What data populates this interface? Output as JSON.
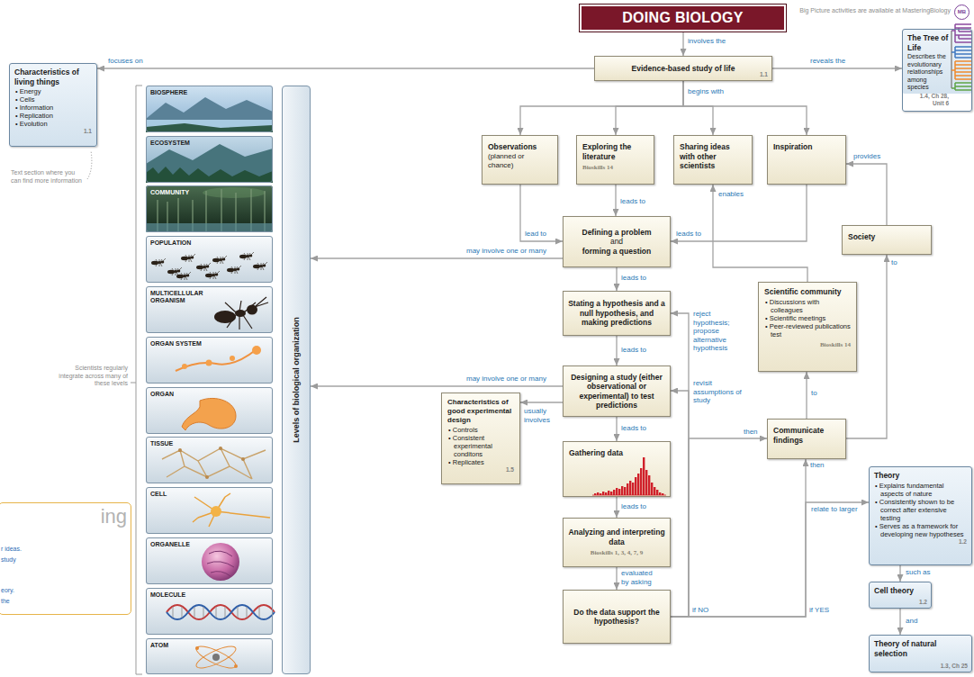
{
  "diagram": {
    "nodes": [
      {
        "text": [
          "DOING BIOLOGY"
        ]
      },
      {
        "text": [
          "Evidence-based study of life",
          "1.1"
        ]
      },
      {
        "text": [
          "Characteristics of living things",
          "• Energy",
          "• Cells",
          "• Information",
          "• Replication",
          "• Evolution",
          "1.1"
        ]
      },
      {
        "text": [
          "The Tree of Life",
          "Describes the evolutionary relationships among species",
          "1.4, Ch 28, Unit 6"
        ]
      },
      {
        "text": [
          "Observations",
          "(planned or chance)"
        ]
      },
      {
        "text": [
          "Exploring the literature",
          "Bioskills 14"
        ]
      },
      {
        "text": [
          "Sharing ideas with other scientists"
        ]
      },
      {
        "text": [
          "Inspiration"
        ]
      },
      {
        "text": [
          "Defining a problem",
          "and",
          "forming a question"
        ]
      },
      {
        "text": [
          "Society"
        ]
      },
      {
        "text": [
          "Scientific community",
          "• Discussions with colleagues",
          "• Scientific meetings",
          "• Peer-reviewed publications test",
          "Bioskills 14"
        ]
      },
      {
        "text": [
          "Stating a hypothesis and a null hypothesis, and making predictions"
        ]
      },
      {
        "text": [
          "Designing a study (either observational or experimental) to test predictions"
        ]
      },
      {
        "text": [
          "Characteristics of good experimental design",
          "• Controls",
          "• Consistent experimental conditons",
          "• Replicates",
          "1.5"
        ]
      },
      {
        "text": [
          "Gathering data"
        ]
      },
      {
        "text": [
          "Communicate findings"
        ]
      },
      {
        "text": [
          "Analyzing and interpreting data",
          "Bioskills 1, 3, 4, 7, 9"
        ]
      },
      {
        "text": [
          "Theory",
          "• Explains fundamental aspects of nature",
          "• Consistently shown to be correct after extensive testing",
          "• Serves as a framework for developing new hypotheses",
          "1.2"
        ]
      },
      {
        "text": [
          "Do the data support the hypothesis?"
        ]
      },
      {
        "text": [
          "Cell theory",
          "1.2"
        ]
      },
      {
        "text": [
          "Theory of natural selection",
          "1.3, Ch 25"
        ]
      },
      {
        "text": [
          "Levels of biological organization"
        ]
      },
      {
        "text": [
          "BIOSPHERE"
        ]
      },
      {
        "text": [
          "ECOSYSTEM"
        ]
      },
      {
        "text": [
          "COMMUNITY"
        ]
      },
      {
        "text": [
          "POPULATION"
        ]
      },
      {
        "text": [
          "MULTICELLULAR ORGANISM"
        ]
      },
      {
        "text": [
          "ORGAN SYSTEM"
        ]
      },
      {
        "text": [
          "ORGAN"
        ]
      },
      {
        "text": [
          "TISSUE"
        ]
      },
      {
        "text": [
          "CELL"
        ]
      },
      {
        "text": [
          "ORGANELLE"
        ]
      },
      {
        "text": [
          "MOLECULE"
        ]
      },
      {
        "text": [
          "ATOM"
        ]
      },
      {
        "text": [
          "ing",
          "r ideas.",
          "study",
          "eory.",
          "the"
        ]
      },
      {
        "text": [
          "MB"
        ]
      }
    ],
    "edges": [
      {
        "from": 0,
        "to": 1,
        "arrow": "to",
        "label": "involves the"
      },
      {
        "from": 1,
        "to": 2,
        "arrow": "to",
        "label": "focuses on"
      },
      {
        "from": 1,
        "to": 3,
        "arrow": "to",
        "label": "reveals the"
      },
      {
        "from": 1,
        "to": 4,
        "arrow": "to",
        "label": "begins with"
      },
      {
        "from": 1,
        "to": 5,
        "arrow": "to"
      },
      {
        "from": 1,
        "to": 6,
        "arrow": "to"
      },
      {
        "from": 1,
        "to": 7,
        "arrow": "to"
      },
      {
        "from": 4,
        "to": 8,
        "arrow": "to",
        "label": "lead to"
      },
      {
        "from": 5,
        "to": 8,
        "arrow": "to",
        "label": "leads to"
      },
      {
        "from": 7,
        "to": 8,
        "arrow": "to",
        "label": "leads to"
      },
      {
        "from": 10,
        "to": 6,
        "arrow": "to",
        "label": "enables"
      },
      {
        "from": 8,
        "to": 11,
        "arrow": "to",
        "label": "leads to"
      },
      {
        "from": 11,
        "to": 12,
        "arrow": "to",
        "label": "leads to"
      },
      {
        "from": 12,
        "to": 13,
        "arrow": "to",
        "label": "usually involves"
      },
      {
        "from": 12,
        "to": 21,
        "arrow": "to",
        "label": "may involve one or many"
      },
      {
        "from": 8,
        "to": 21,
        "arrow": "to",
        "label": "may involve one or many"
      },
      {
        "from": 12,
        "to": 14,
        "arrow": "to",
        "label": "leads to"
      },
      {
        "from": 14,
        "to": 16,
        "arrow": "to",
        "label": "leads to"
      },
      {
        "from": 16,
        "to": 18,
        "arrow": "to",
        "label": "evaluated by asking"
      },
      {
        "from": 18,
        "to": 11,
        "arrow": "to",
        "label": "reject hypothesis; propose alternative hypothesis"
      },
      {
        "from": 18,
        "to": 12,
        "arrow": "to",
        "label": "revisit assumptions of study"
      },
      {
        "from": 18,
        "to": 15,
        "arrow": "to",
        "label": "then"
      },
      {
        "from": 18,
        "to": 15,
        "arrow": "to",
        "label": "then"
      },
      {
        "from": 18,
        "to": 17,
        "arrow": "to",
        "label": "relate to larger"
      },
      {
        "from": 15,
        "to": 10,
        "arrow": "to",
        "label": "to"
      },
      {
        "from": 15,
        "to": 9,
        "arrow": "to",
        "label": "to"
      },
      {
        "from": 9,
        "to": 7,
        "arrow": "to",
        "label": "provides"
      },
      {
        "from": 17,
        "to": 19,
        "arrow": "to",
        "label": "such as"
      },
      {
        "from": 19,
        "to": 20,
        "arrow": "to",
        "label": "and"
      }
    ],
    "labels": [
      "Big Picture activities are available at MasteringBiology",
      "Text section where you can find more information",
      "Scientists regularly integrate across many of these levels",
      "if NO",
      "if YES"
    ]
  }
}
